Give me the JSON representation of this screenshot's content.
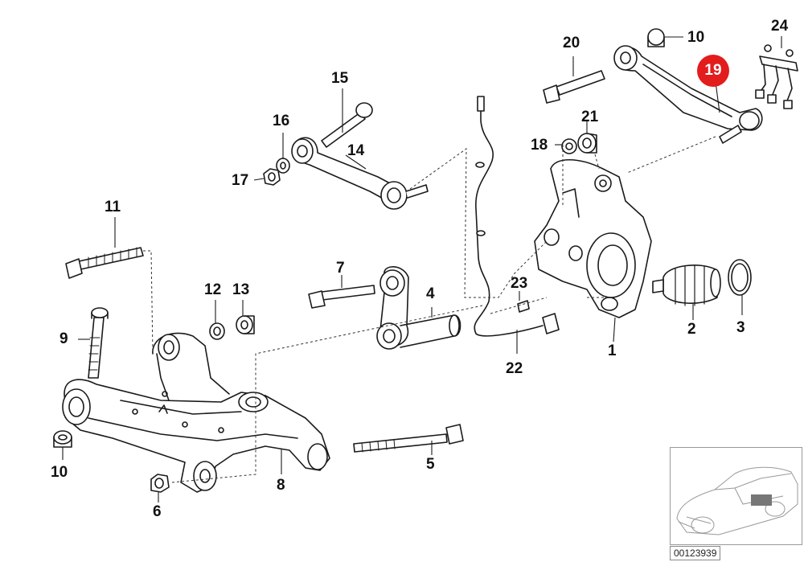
{
  "diagram": {
    "highlight_color": "#e31c1c",
    "line_color": "#1a1a1a",
    "part_fill": "#ffffff",
    "callouts": [
      {
        "id": "1",
        "label": "1"
      },
      {
        "id": "2",
        "label": "2"
      },
      {
        "id": "3",
        "label": "3"
      },
      {
        "id": "4",
        "label": "4"
      },
      {
        "id": "5",
        "label": "5"
      },
      {
        "id": "6",
        "label": "6"
      },
      {
        "id": "7",
        "label": "7"
      },
      {
        "id": "8",
        "label": "8"
      },
      {
        "id": "9",
        "label": "9"
      },
      {
        "id": "10a",
        "label": "10"
      },
      {
        "id": "10b",
        "label": "10"
      },
      {
        "id": "11",
        "label": "11"
      },
      {
        "id": "12",
        "label": "12"
      },
      {
        "id": "13",
        "label": "13"
      },
      {
        "id": "14",
        "label": "14"
      },
      {
        "id": "15",
        "label": "15"
      },
      {
        "id": "16",
        "label": "16"
      },
      {
        "id": "17",
        "label": "17"
      },
      {
        "id": "18",
        "label": "18"
      },
      {
        "id": "19",
        "label": "19",
        "highlighted": true
      },
      {
        "id": "20",
        "label": "20"
      },
      {
        "id": "21",
        "label": "21"
      },
      {
        "id": "22",
        "label": "22"
      },
      {
        "id": "23",
        "label": "23"
      },
      {
        "id": "24",
        "label": "24"
      }
    ],
    "reference_code": "00123939"
  }
}
